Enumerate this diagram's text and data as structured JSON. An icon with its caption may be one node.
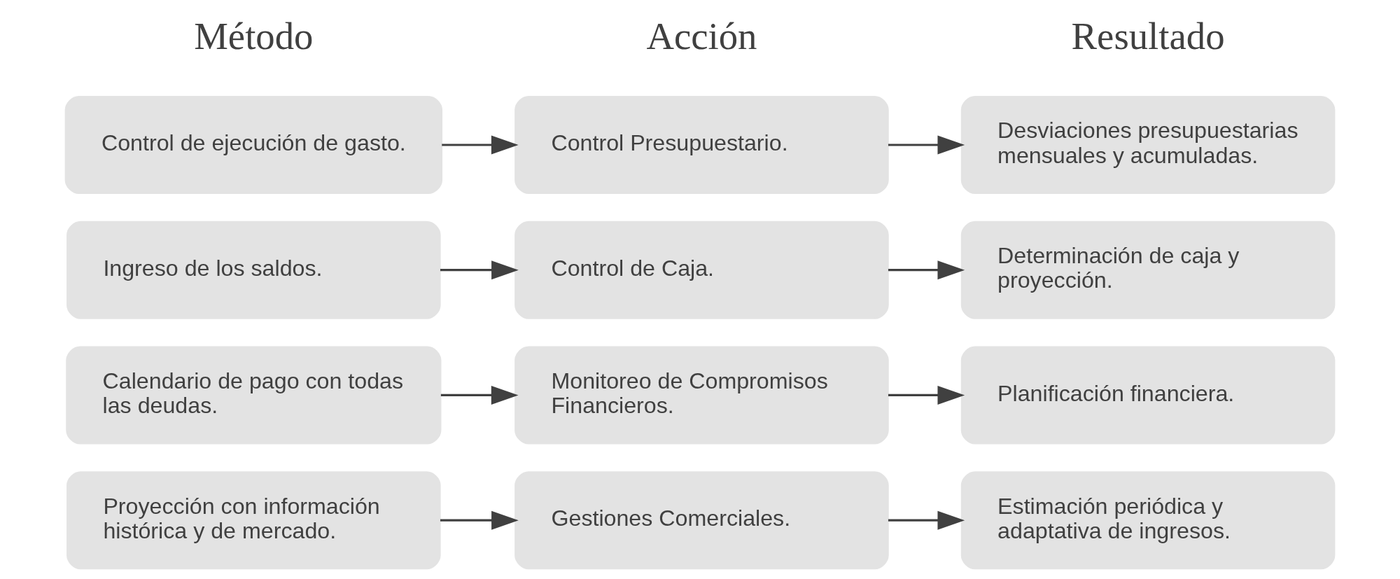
{
  "diagram": {
    "nodes": [
      {
        "text": [
          "Control de ejecución de gasto."
        ]
      },
      {
        "text": [
          "Control Presupuestario."
        ]
      },
      {
        "text": [
          "Desviaciones presupuestarias mensuales y acumuladas."
        ]
      },
      {
        "text": [
          "Ingreso de los saldos."
        ]
      },
      {
        "text": [
          "Control de Caja."
        ]
      },
      {
        "text": [
          "Determinación de caja y proyección."
        ]
      },
      {
        "text": [
          "Calendario de pago con todas las deudas."
        ]
      },
      {
        "text": [
          "Monitoreo de Compromisos Financieros."
        ]
      },
      {
        "text": [
          "Planificación financiera."
        ]
      },
      {
        "text": [
          "Proyección con información histórica y de mercado."
        ]
      },
      {
        "text": [
          "Gestiones Comerciales."
        ]
      },
      {
        "text": [
          "Estimación periódica y adaptativa de ingresos."
        ]
      }
    ],
    "edges": [
      {
        "from": 0,
        "to": 1,
        "arrow": "to"
      },
      {
        "from": 1,
        "to": 2,
        "arrow": "to"
      },
      {
        "from": 3,
        "to": 4,
        "arrow": "to"
      },
      {
        "from": 4,
        "to": 5,
        "arrow": "to"
      },
      {
        "from": 6,
        "to": 7,
        "arrow": "to"
      },
      {
        "from": 7,
        "to": 8,
        "arrow": "to"
      },
      {
        "from": 9,
        "to": 10,
        "arrow": "to"
      },
      {
        "from": 10,
        "to": 11,
        "arrow": "to"
      }
    ],
    "labels": [
      "Método",
      "Acción",
      "Resultado"
    ]
  }
}
